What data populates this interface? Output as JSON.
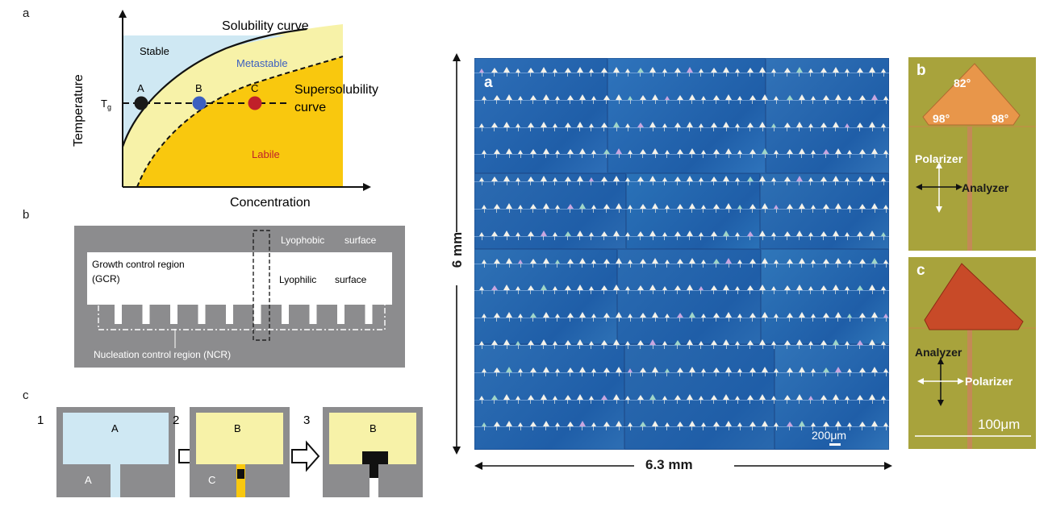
{
  "figure_left": {
    "panel_a": {
      "label": "a",
      "x_axis_label": "Concentration",
      "y_axis_label": "Temperature",
      "tg_label": "T",
      "tg_sub": "g",
      "solubility_label": "Solubility curve",
      "supersolubility_label_1": "Supersolubility",
      "supersolubility_label_2": "curve",
      "region_stable": "Stable",
      "region_metastable": "Metastable",
      "region_labile": "Labile",
      "points": [
        {
          "label": "A",
          "color": "#1a1a1a"
        },
        {
          "label": "B",
          "color": "#3b5fc0"
        },
        {
          "label": "C",
          "color": "#c0202a"
        }
      ],
      "colors": {
        "stable": "#cfe8f3",
        "metastable": "#f7f2a8",
        "labile": "#f9c80e"
      }
    },
    "panel_b": {
      "label": "b",
      "lyophobic_1": "Lyophobic",
      "lyophobic_2": "surface",
      "lyophilic_1": "Lyophilic",
      "lyophilic_2": "surface",
      "gcr_1": "Growth control region",
      "gcr_2": "(GCR)",
      "ncr": "Nucleation control region (NCR)",
      "finger_count": 10
    },
    "panel_c": {
      "label": "c",
      "steps": [
        {
          "num": "1",
          "top": "A",
          "bottom": "A"
        },
        {
          "num": "2",
          "top": "B",
          "bottom": "C"
        },
        {
          "num": "3",
          "top": "B",
          "bottom": ""
        }
      ]
    }
  },
  "figure_right": {
    "micrograph": {
      "label": "a",
      "height_label": "6 mm",
      "width_label": "6.3 mm",
      "scale_bar": "200μm",
      "row_count": 14
    },
    "pol_b": {
      "label": "b",
      "angles": [
        "82°",
        "98°",
        "98°"
      ],
      "polarizer": "Polarizer",
      "analyzer": "Analyzer"
    },
    "pol_c": {
      "label": "c",
      "analyzer": "Analyzer",
      "polarizer": "Polarizer",
      "scale_bar": "100μm"
    }
  }
}
